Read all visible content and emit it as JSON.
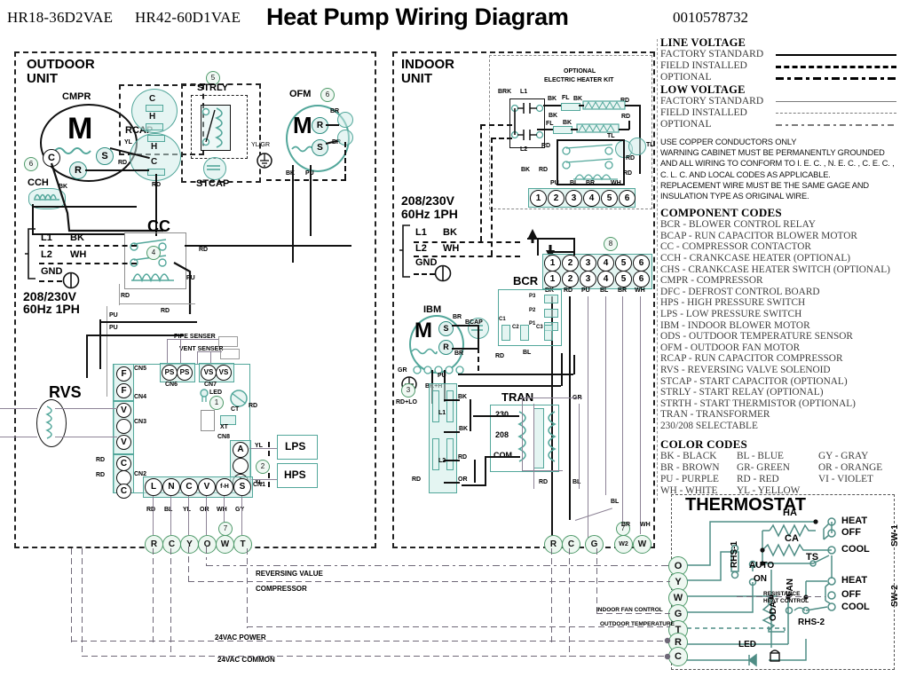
{
  "header": {
    "model_left": "HR18-36D2VAE",
    "model_right": "HR42-60D1VAE",
    "title": "Heat Pump Wiring Diagram",
    "part_number": "0010578732"
  },
  "legend": {
    "line_voltage_head": "LINE VOLTAGE",
    "low_voltage_head": "LOW VOLTAGE",
    "rows_line": [
      {
        "label": "FACTORY STANDARD",
        "style": "solid"
      },
      {
        "label": "FIELD INSTALLED",
        "style": "dash"
      },
      {
        "label": "OPTIONAL",
        "style": "dashdot"
      }
    ],
    "rows_low": [
      {
        "label": "FACTORY STANDARD",
        "style": "solid-gray"
      },
      {
        "label": "FIELD INSTALLED",
        "style": "dash-gray"
      },
      {
        "label": "OPTIONAL",
        "style": "dashdot-gray"
      }
    ],
    "notes": [
      "USE COPPER CONDUCTORS ONLY",
      "WARNING CABINET MUST BE PERMANENTLY GROUNDED",
      "AND ALL WIRING TO CONFORM TO I. E. C. , N. E. C. , C. E. C. ,",
      "C. L. C.  AND LOCAL CODES AS APPLICABLE.",
      "REPLACEMENT WIRE MUST BE THE SAME GAGE AND",
      "INSULATION TYPE AS ORIGINAL WIRE."
    ],
    "component_codes_head": "COMPONENT CODES",
    "component_codes": [
      "BCR - BLOWER CONTROL RELAY",
      "BCAP - RUN CAPACITOR BLOWER MOTOR",
      "CC - COMPRESSOR CONTACTOR",
      "CCH - CRANKCASE HEATER (OPTIONAL)",
      "CHS - CRANKCASE HEATER SWITCH (OPTIONAL)",
      "CMPR - COMPRESSOR",
      "DFC - DEFROST CONTROL BOARD",
      "HPS - HIGH PRESSURE SWITCH",
      "LPS - LOW PRESSURE SWITCH",
      "IBM - INDOOR BLOWER MOTOR",
      "ODS - OUTDOOR TEMPERATURE SENSOR",
      "OFM - OUTDOOR FAN MOTOR",
      "RCAP - RUN CAPACITOR COMPRESSOR",
      "RVS - REVERSING VALVE SOLENOID",
      "STCAP - START CAPACITOR (OPTIONAL)",
      "STRLY - START RELAY (OPTIONAL)",
      "STRTH - START THERMISTOR (OPTIONAL)",
      "TRAN - TRANSFORMER",
      "230/208 SELECTABLE"
    ],
    "color_codes_head": "COLOR CODES",
    "color_codes": [
      [
        "BK - BLACK",
        "BL - BLUE",
        "GY - GRAY"
      ],
      [
        "BR - BROWN",
        "GR- GREEN",
        "OR - ORANGE"
      ],
      [
        "PU - PURPLE",
        "RD - RED",
        "VI - VIOLET"
      ],
      [
        "WH - WHITE",
        "YL - YELLOW",
        ""
      ]
    ]
  },
  "outdoor": {
    "title_line1": "OUTDOOR",
    "title_line2": "UNIT",
    "cmpr_label": "CMPR",
    "cmpr_motor": "M",
    "cmpr_terms": [
      "C",
      "S",
      "R"
    ],
    "cch_label": "CCH",
    "rcap_label": "RCAP",
    "rcap_terms": [
      "C",
      "H",
      "H",
      "C"
    ],
    "strly_label": "STRLY",
    "stcap_label": "STCAP",
    "ofm_label": "OFM",
    "ofm_motor": "M",
    "ofm_terms": [
      "R",
      "S"
    ],
    "cc_label": "CC",
    "supply": {
      "l1": "L1",
      "l2": "L2",
      "gnd": "GND",
      "l1_color": "BK",
      "l2_color": "WH",
      "voltage_line1": "208/230V",
      "voltage_line2": "60Hz 1PH"
    },
    "rvs_label": "RVS",
    "pipe_sensor": "PIPE SENSER",
    "vent_sensor": "VENT SENSER",
    "board_connectors": [
      "CN5",
      "CN4",
      "CN3",
      "CN2",
      "CN1",
      "CN6",
      "CN7",
      "CN8"
    ],
    "board_pins_left": [
      "F",
      "F",
      "V",
      "",
      "V",
      "C",
      "",
      "C"
    ],
    "board_pins_cn6": [
      "PS",
      "PS"
    ],
    "board_pins_cn7": [
      "VS",
      "VS"
    ],
    "board_pins_cn1": [
      "L",
      "N",
      "C",
      "V",
      "f-H",
      "S"
    ],
    "board_pins_cn_a": [
      "A",
      "",
      "A"
    ],
    "led_label": "LED",
    "ct_label": "CT",
    "xt_label": "XT",
    "lps_label": "LPS",
    "hps_label": "HPS",
    "yl_label": "YL",
    "ylgr_label": "YL/GR",
    "cn1_wire_colors": [
      "RD",
      "BL",
      "YL",
      "OR",
      "WH",
      "GY"
    ],
    "out_terminals": [
      "R",
      "C",
      "Y",
      "O",
      "W",
      "T"
    ],
    "rd_labels": [
      "RD",
      "RD"
    ],
    "pu_labels": [
      "PU",
      "PU"
    ],
    "bk_label": "BK",
    "yl_small": "YL",
    "br_label": "BR",
    "callouts": [
      "1",
      "2",
      "3",
      "4",
      "5",
      "6",
      "7"
    ]
  },
  "indoor": {
    "title_line1": "INDOOR",
    "title_line2": "UNIT",
    "heater_kit_line1": "OPTIONAL",
    "heater_kit_line2": "ELECTRIC HEATER KIT",
    "brk_label": "BRK",
    "brk_l1": "L1",
    "brk_l2": "L2",
    "fl_label": "FL",
    "tl_label": "TL",
    "heater_terms": [
      "1",
      "2",
      "3",
      "4",
      "5",
      "6"
    ],
    "heater_wire_colors": [
      "PU",
      "BL",
      "BR",
      "WH"
    ],
    "supply": {
      "l1": "L1",
      "l2": "L2",
      "gnd": "GND",
      "l1_color": "BK",
      "l2_color": "WH",
      "voltage_line1": "208/230V",
      "voltage_line2": "60Hz 1PH"
    },
    "block_top": [
      "1",
      "2",
      "3",
      "4",
      "5",
      "6"
    ],
    "block_bottom": [
      "1",
      "2",
      "3",
      "4",
      "5",
      "6"
    ],
    "block_colors": [
      "BK",
      "RD",
      "PU",
      "BL",
      "BR",
      "WH"
    ],
    "bcr_label": "BCR",
    "bcr_p": [
      "P3",
      "P2",
      "P1"
    ],
    "bcr_c": [
      "C1",
      "C2",
      "C3"
    ],
    "ibm_label": "IBM",
    "ibm_motor": "M",
    "ibm_terms": [
      "S",
      "R"
    ],
    "bcap_label": "BCAP",
    "tran_label": "TRAN",
    "tran_taps": [
      "230",
      "208",
      "COM"
    ],
    "tran_l1": "L1",
    "tran_l2": "L2",
    "wire_labels": [
      "BR",
      "PU",
      "GR",
      "BK+H",
      "RD+LO",
      "BK",
      "RD",
      "OR",
      "RD",
      "BL",
      "GR",
      "RD",
      "BL"
    ],
    "out_terminals": [
      "R",
      "C",
      "G",
      "W2",
      "W"
    ],
    "out_colors": [
      "BL",
      "BR",
      "WH"
    ],
    "callouts": [
      "3",
      "7",
      "8"
    ]
  },
  "buswires": {
    "reversing_valve": "REVERSING VALUE",
    "compressor": "COMPRESSOR",
    "resistance_heat_1": "RESISTANCE",
    "resistance_heat_2": "HEAT CONTROL",
    "indoor_fan": "INDOOR FAN CONTROL",
    "outdoor_temp": "OUTDOOR TEMPERATURE",
    "power_24": "24VAC POWER",
    "common_24": "24VAC COMMON"
  },
  "thermostat": {
    "title": "THERMOSTAT",
    "terminals": [
      "O",
      "Y",
      "W",
      "G",
      "T",
      "R",
      "C"
    ],
    "ha_label": "HA",
    "ca_label": "CA",
    "ts_label": "TS",
    "rhs1_label": "RHS-1",
    "rhs2_label": "RHS-2",
    "oda_label": "ODA",
    "auto_label": "AUTO",
    "on_label": "ON",
    "fan_label": "FAN",
    "led_label": "LED",
    "sw1_label": "SW-1",
    "sw2_label": "SW-2",
    "sw1_positions": [
      "HEAT",
      "OFF",
      "COOL"
    ],
    "sw2_positions": [
      "HEAT",
      "OFF",
      "COOL"
    ]
  },
  "colors": {
    "teal": "#53a79b",
    "teal_fill": "#cfece8",
    "green": "#4f9a6a",
    "violet": "#8d8396",
    "black": "#111111",
    "gray": "#8d8d8d"
  }
}
